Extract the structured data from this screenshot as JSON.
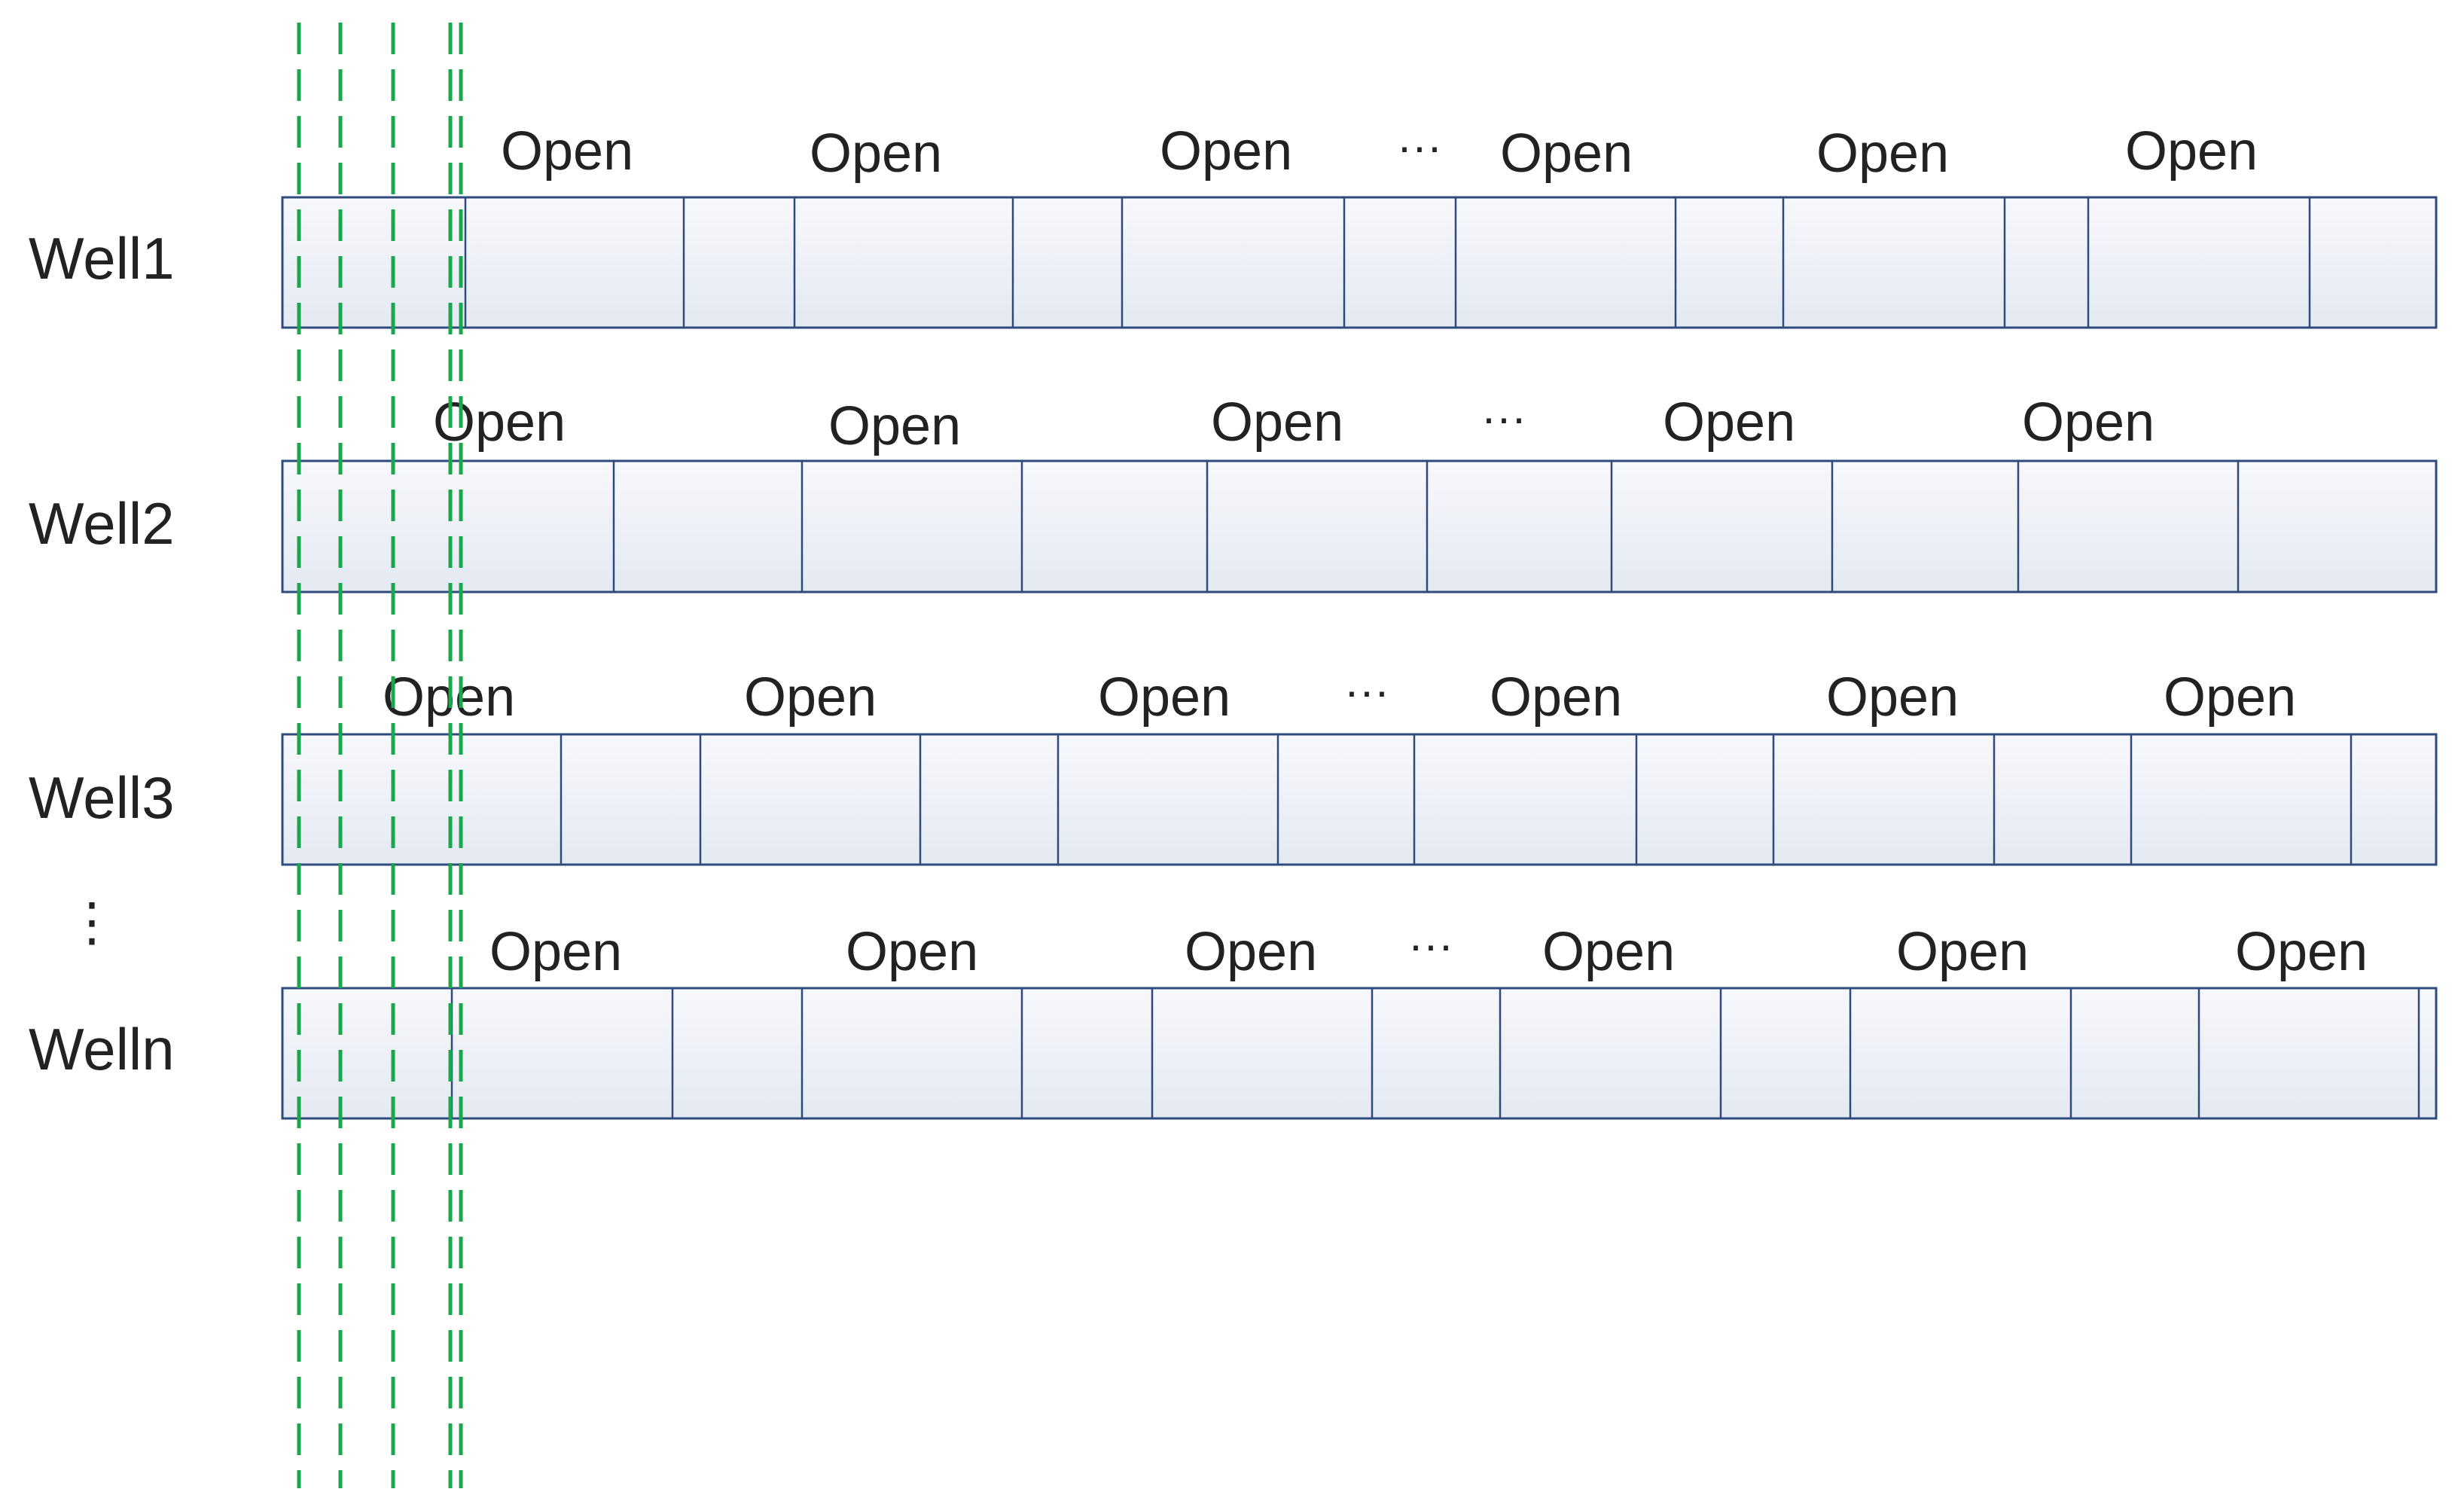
{
  "colors": {
    "background": "#ffffff",
    "bar_border": "#2f4a7c",
    "bar_fill_top": "#f7f8fc",
    "bar_fill_bottom": "#e4e9f2",
    "guide_line": "#1aa64a",
    "text": "#222222"
  },
  "diagram": {
    "wells": [
      {
        "label": "Well1",
        "open_labels": [
          "Open",
          "Open",
          "Open",
          "Open",
          "Open",
          "Open"
        ],
        "ellipsis": "···"
      },
      {
        "label": "Well2",
        "open_labels": [
          "Open",
          "Open",
          "Open",
          "Open",
          "Open"
        ],
        "ellipsis": "···"
      },
      {
        "label": "Well3",
        "open_labels": [
          "Open",
          "Open",
          "Open",
          "Open",
          "Open",
          "Open"
        ],
        "ellipsis": "···"
      },
      {
        "label": "Welln",
        "open_labels": [
          "Open",
          "Open",
          "Open",
          "Open",
          "Open",
          "Open"
        ],
        "ellipsis": "···"
      }
    ],
    "row_ellipsis": "⋮"
  }
}
